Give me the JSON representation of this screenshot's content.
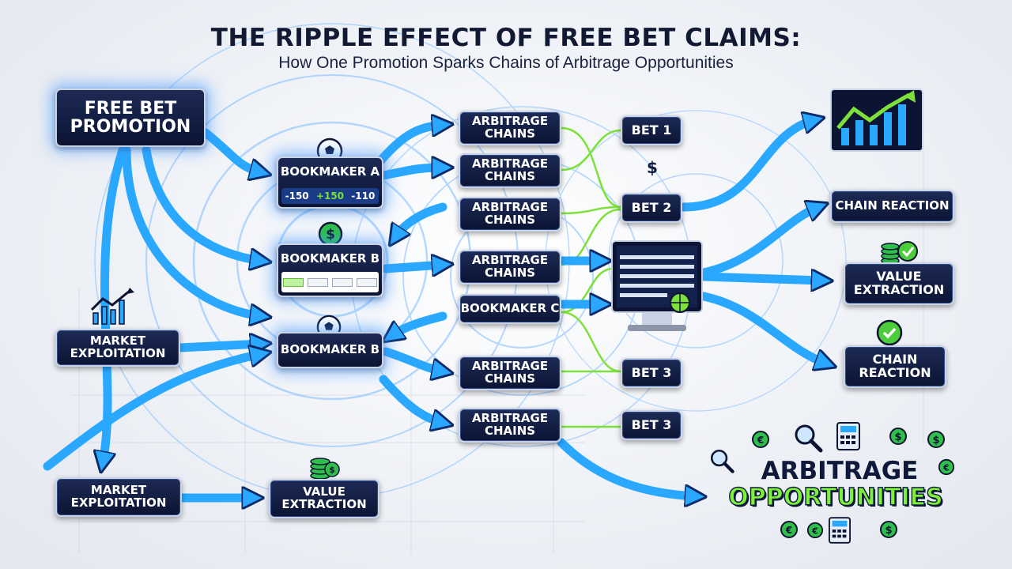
{
  "title": "THE RIPPLE EFFECT OF FREE BET CLAIMS:",
  "subtitle": "How One Promotion Sparks Chains of Arbitrage Opportunities",
  "nodes": {
    "free_bet_promotion": [
      "FREE BET",
      "PROMOTION"
    ],
    "bookmaker_a": "BOOKMAKER A",
    "bookmaker_b_top": "BOOKMAKER B",
    "bookmaker_b_bottom": "BOOKMAKER B",
    "bookmaker_c": "BOOKMAKER C",
    "arbitrage_chains_1": [
      "ARBITRAGE",
      "CHAINS"
    ],
    "arbitrage_chains_2": [
      "ARBITRAGE",
      "CHAINS"
    ],
    "arbitrage_chains_3": [
      "ARBITRAGE",
      "CHAINS"
    ],
    "arbitrage_chains_4": [
      "ARBITRAGE",
      "CHAINS"
    ],
    "arbitrage_chains_5": [
      "ARBITRAGE",
      "CHAINS"
    ],
    "arbitrage_chains_6": [
      "ARBITRAGE",
      "CHAINS"
    ],
    "bet_1": "BET 1",
    "bet_2": "BET 2",
    "bet_3_top": "BET 3",
    "bet_3_bottom": "BET 3",
    "market_exploitation_mid": [
      "MARKET",
      "EXPLOITATION"
    ],
    "market_exploitation_bottom": [
      "MARKET",
      "EXPLOITATION"
    ],
    "value_extraction_bottom": [
      "VALUE",
      "EXTRACTION"
    ],
    "value_extraction_right": [
      "VALUE",
      "EXTRACTION"
    ],
    "chain_reaction_top": "CHAIN REACTION",
    "chain_reaction_bottom": [
      "CHAIN",
      "REACTION"
    ]
  },
  "bookmaker_a_odds": [
    "-150",
    "+150",
    "-110"
  ],
  "dollar_label": "$",
  "arbitrage_opportunities": {
    "line1": "ARBITRAGE",
    "line2": "OPPORTUNITIES"
  },
  "colors": {
    "node_bg": "#0b1433",
    "arrow_blue": "#2aa8ff",
    "connector_green": "#7ee03a",
    "ripple": "#7fbcff",
    "title": "#121a33"
  },
  "icons": [
    "soccer-ball-icon",
    "dollar-coin-icon",
    "growth-chart-icon",
    "coin-stack-icon",
    "checkmark-icon",
    "magnifier-icon",
    "calculator-icon",
    "euro-coin-icon",
    "basketball-icon",
    "monitor-icon"
  ]
}
